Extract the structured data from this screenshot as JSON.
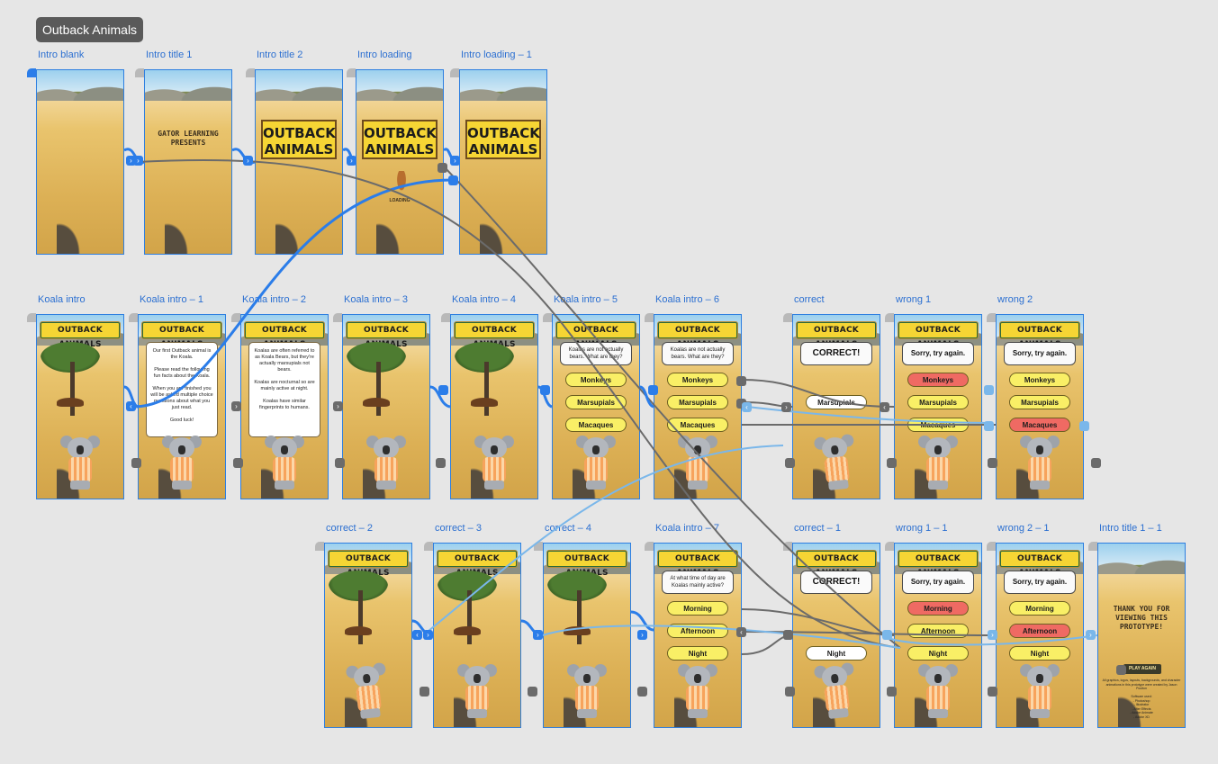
{
  "document": {
    "title": "Outback Animals"
  },
  "artboards": [
    {
      "id": "ab1",
      "label": "Intro blank",
      "kind": "blank"
    },
    {
      "id": "ab2",
      "label": "Intro title 1",
      "kind": "presents",
      "text": "GATOR LEARNING\nPRESENTS"
    },
    {
      "id": "ab3",
      "label": "Intro title 2",
      "kind": "logo",
      "logo": "OUTBACK\nANIMALS"
    },
    {
      "id": "ab4",
      "label": "Intro loading",
      "kind": "loading",
      "logo": "OUTBACK\nANIMALS",
      "loading": "LOADING"
    },
    {
      "id": "ab5",
      "label": "Intro loading – 1",
      "kind": "logo",
      "logo": "OUTBACK\nANIMALS"
    },
    {
      "id": "ab6",
      "label": "Koala intro",
      "kind": "scene",
      "banner": "OUTBACK ANIMALS"
    },
    {
      "id": "ab7",
      "label": "Koala intro – 1",
      "kind": "card",
      "banner": "OUTBACK ANIMALS",
      "card": "Our first Outback animal is the Koala.\n\nPlease read the following fun facts about the Koala.\n\nWhen you are finished you will be asked multiple choice questions about what you just read.\n\nGood luck!"
    },
    {
      "id": "ab8",
      "label": "Koala intro – 2",
      "kind": "card",
      "banner": "OUTBACK ANIMALS",
      "card": "Koalas are often referred to as Koala Bears, but they're actually marsupials not bears.\n\nKoalas are nocturnal so are mainly active at night.\n\nKoalas have similar fingerprints to humans."
    },
    {
      "id": "ab9",
      "label": "Koala intro – 3",
      "kind": "scene",
      "banner": "OUTBACK ANIMALS"
    },
    {
      "id": "ab10",
      "label": "Koala intro – 4",
      "kind": "scene",
      "banner": "OUTBACK ANIMALS"
    },
    {
      "id": "ab11",
      "label": "Koala intro – 5",
      "kind": "quiz",
      "banner": "OUTBACK ANIMALS",
      "question": "Koalas are not actually bears. What are they?",
      "options": [
        {
          "text": "Monkeys",
          "state": "normal"
        },
        {
          "text": "Marsupials",
          "state": "normal"
        },
        {
          "text": "Macaques",
          "state": "normal"
        }
      ]
    },
    {
      "id": "ab12",
      "label": "Koala intro – 6",
      "kind": "quiz",
      "banner": "OUTBACK ANIMALS",
      "question": "Koalas are not actually bears. What are they?",
      "options": [
        {
          "text": "Monkeys",
          "state": "normal"
        },
        {
          "text": "Marsupials",
          "state": "normal"
        },
        {
          "text": "Macaques",
          "state": "normal"
        }
      ]
    },
    {
      "id": "ab13",
      "label": "correct",
      "kind": "result",
      "banner": "OUTBACK ANIMALS",
      "result": "CORRECT!",
      "options": [
        {
          "text": "Marsupials",
          "state": "white",
          "slot": 1
        }
      ]
    },
    {
      "id": "ab14",
      "label": "wrong 1",
      "kind": "result",
      "banner": "OUTBACK ANIMALS",
      "result": "Sorry, try again.",
      "options": [
        {
          "text": "Monkeys",
          "state": "wrong",
          "slot": 0
        },
        {
          "text": "Marsupials",
          "state": "normal",
          "slot": 1
        },
        {
          "text": "Macaques",
          "state": "normal",
          "slot": 2
        }
      ]
    },
    {
      "id": "ab15",
      "label": "wrong 2",
      "kind": "result",
      "banner": "OUTBACK ANIMALS",
      "result": "Sorry, try again.",
      "options": [
        {
          "text": "Monkeys",
          "state": "normal",
          "slot": 0
        },
        {
          "text": "Marsupials",
          "state": "normal",
          "slot": 1
        },
        {
          "text": "Macaques",
          "state": "wrong",
          "slot": 2
        }
      ]
    },
    {
      "id": "ab16",
      "label": "correct – 2",
      "kind": "scene",
      "banner": "OUTBACK ANIMALS",
      "wave": true
    },
    {
      "id": "ab17",
      "label": "correct – 3",
      "kind": "scene",
      "banner": "OUTBACK ANIMALS"
    },
    {
      "id": "ab18",
      "label": "correct – 4",
      "kind": "scene",
      "banner": "OUTBACK ANIMALS"
    },
    {
      "id": "ab19",
      "label": "Koala intro – 7",
      "kind": "quiz",
      "banner": "OUTBACK ANIMALS",
      "question": "At what time of day are Koalas mainly active?",
      "options": [
        {
          "text": "Morning",
          "state": "normal"
        },
        {
          "text": "Afternoon",
          "state": "normal"
        },
        {
          "text": "Night",
          "state": "normal"
        }
      ]
    },
    {
      "id": "ab20",
      "label": "correct – 1",
      "kind": "result",
      "banner": "OUTBACK ANIMALS",
      "result": "CORRECT!",
      "options": [
        {
          "text": "Night",
          "state": "white",
          "slot": 2
        }
      ]
    },
    {
      "id": "ab21",
      "label": "wrong 1 – 1",
      "kind": "result",
      "banner": "OUTBACK ANIMALS",
      "result": "Sorry, try again.",
      "options": [
        {
          "text": "Morning",
          "state": "wrong",
          "slot": 0
        },
        {
          "text": "Afternoon",
          "state": "normal",
          "slot": 1
        },
        {
          "text": "Night",
          "state": "normal",
          "slot": 2
        }
      ]
    },
    {
      "id": "ab22",
      "label": "wrong 2 – 1",
      "kind": "result",
      "banner": "OUTBACK ANIMALS",
      "result": "Sorry, try again.",
      "options": [
        {
          "text": "Morning",
          "state": "normal",
          "slot": 0
        },
        {
          "text": "Afternoon",
          "state": "wrong",
          "slot": 1
        },
        {
          "text": "Night",
          "state": "normal",
          "slot": 2
        }
      ]
    },
    {
      "id": "ab23",
      "label": "Intro title 1 – 1",
      "kind": "end",
      "text": "THANK YOU FOR\nVIEWING THIS\nPROTOTYPE!",
      "button": "PLAY AGAIN",
      "credits": "All graphics, logos, layouts, backgrounds, and character animations in this prototype were created by Jason Poulton\n\nSoftware used:\n- Photoshop\n- Illustrator\n- After Effects\n- Adobe Animate\n- Adobe XD"
    }
  ]
}
